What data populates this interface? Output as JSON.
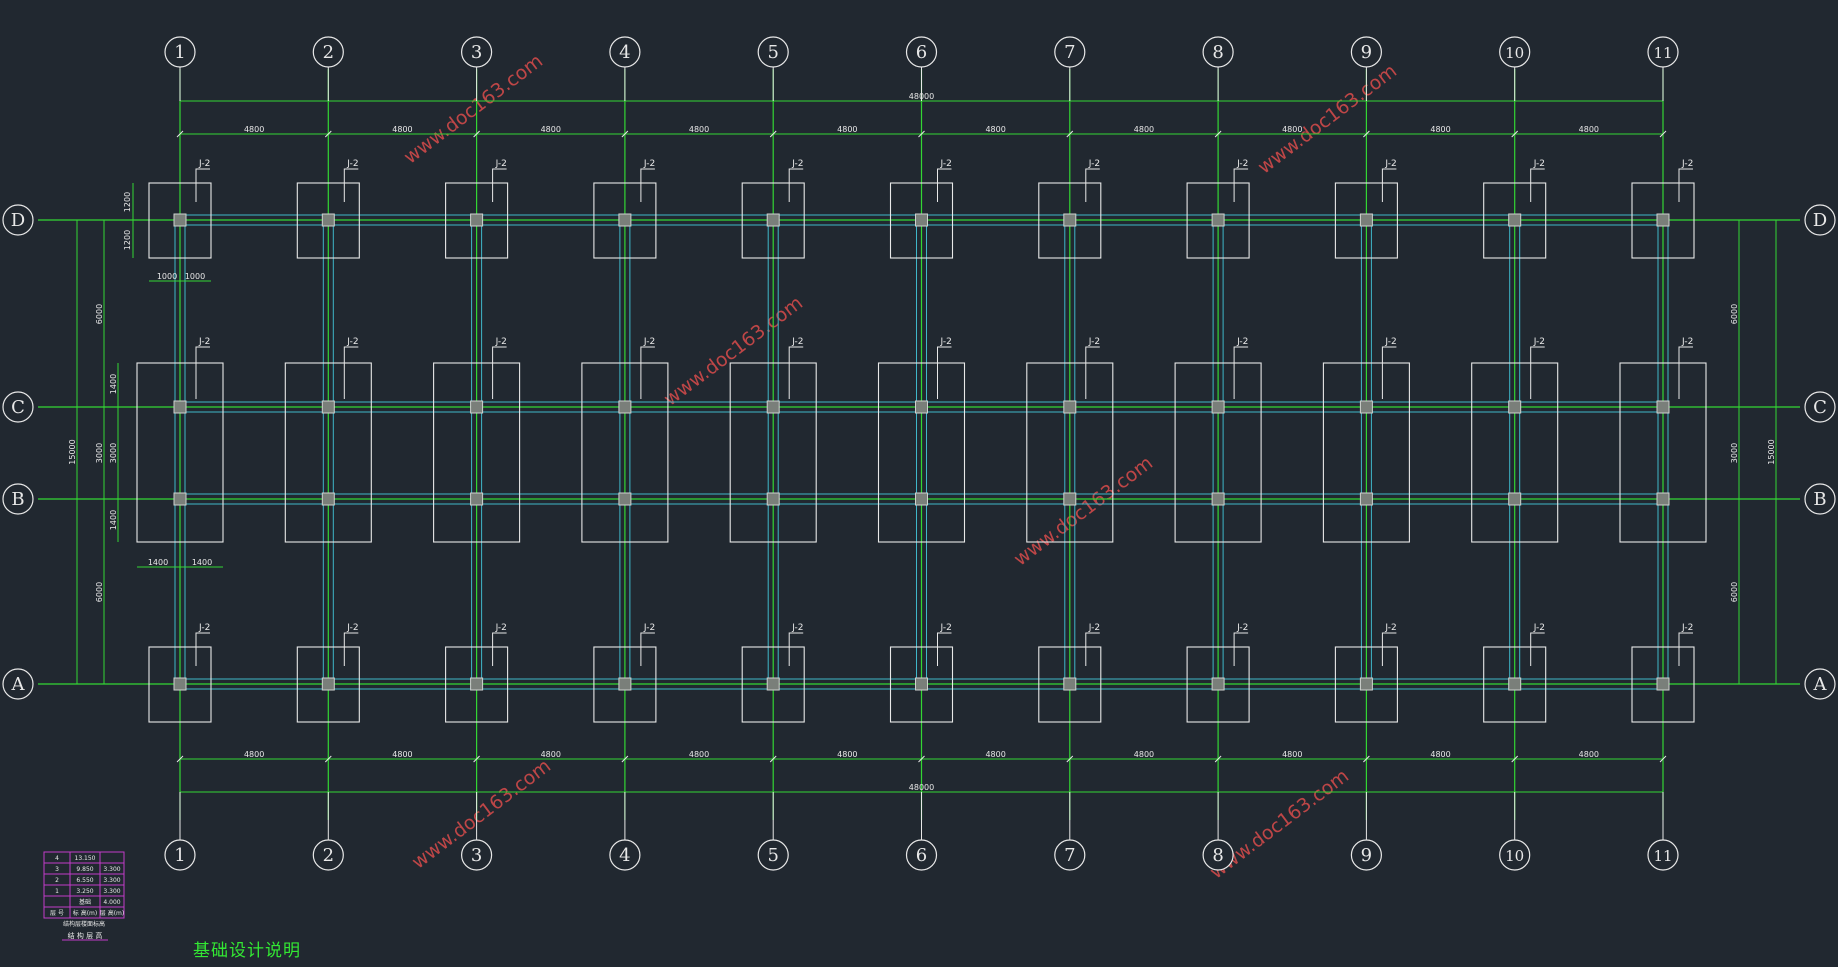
{
  "drawing": {
    "caption": "基础设计说明",
    "watermark": "www.doc163.com",
    "grid_columns": [
      "1",
      "2",
      "3",
      "4",
      "5",
      "6",
      "7",
      "8",
      "9",
      "10",
      "11"
    ],
    "grid_rows": [
      "D",
      "C",
      "B",
      "A"
    ],
    "footing_label": "J-2",
    "dimensions": {
      "overall_length": "48000",
      "bay_spacing": "4800",
      "overall_width": "15000",
      "outer_span": "6000",
      "middle_span": "3000",
      "edge_footing_half": "1200",
      "edge_footing_width": "1000",
      "center_footing_half": "1400",
      "center_footing_edge": "1400"
    },
    "colors": {
      "background": "#212830",
      "grid_line": "#33d633",
      "beam_line": "#3fb7c9",
      "outline": "#e8e8e8",
      "watermark": "#d04a4a",
      "table": "#c13cc8",
      "caption": "#33e833"
    }
  },
  "floor_table": {
    "rows": [
      [
        "4",
        "13.150",
        ""
      ],
      [
        "3",
        "9.850",
        "3.300"
      ],
      [
        "2",
        "6.550",
        "3.300"
      ],
      [
        "1",
        "3.250",
        "3.300"
      ],
      [
        "",
        "基础",
        "4.000"
      ],
      [
        "层 号",
        "标 高(m)",
        "层 高(m)"
      ]
    ],
    "title": "结构层楼面标高",
    "subtitle": "结 构 层 高"
  }
}
